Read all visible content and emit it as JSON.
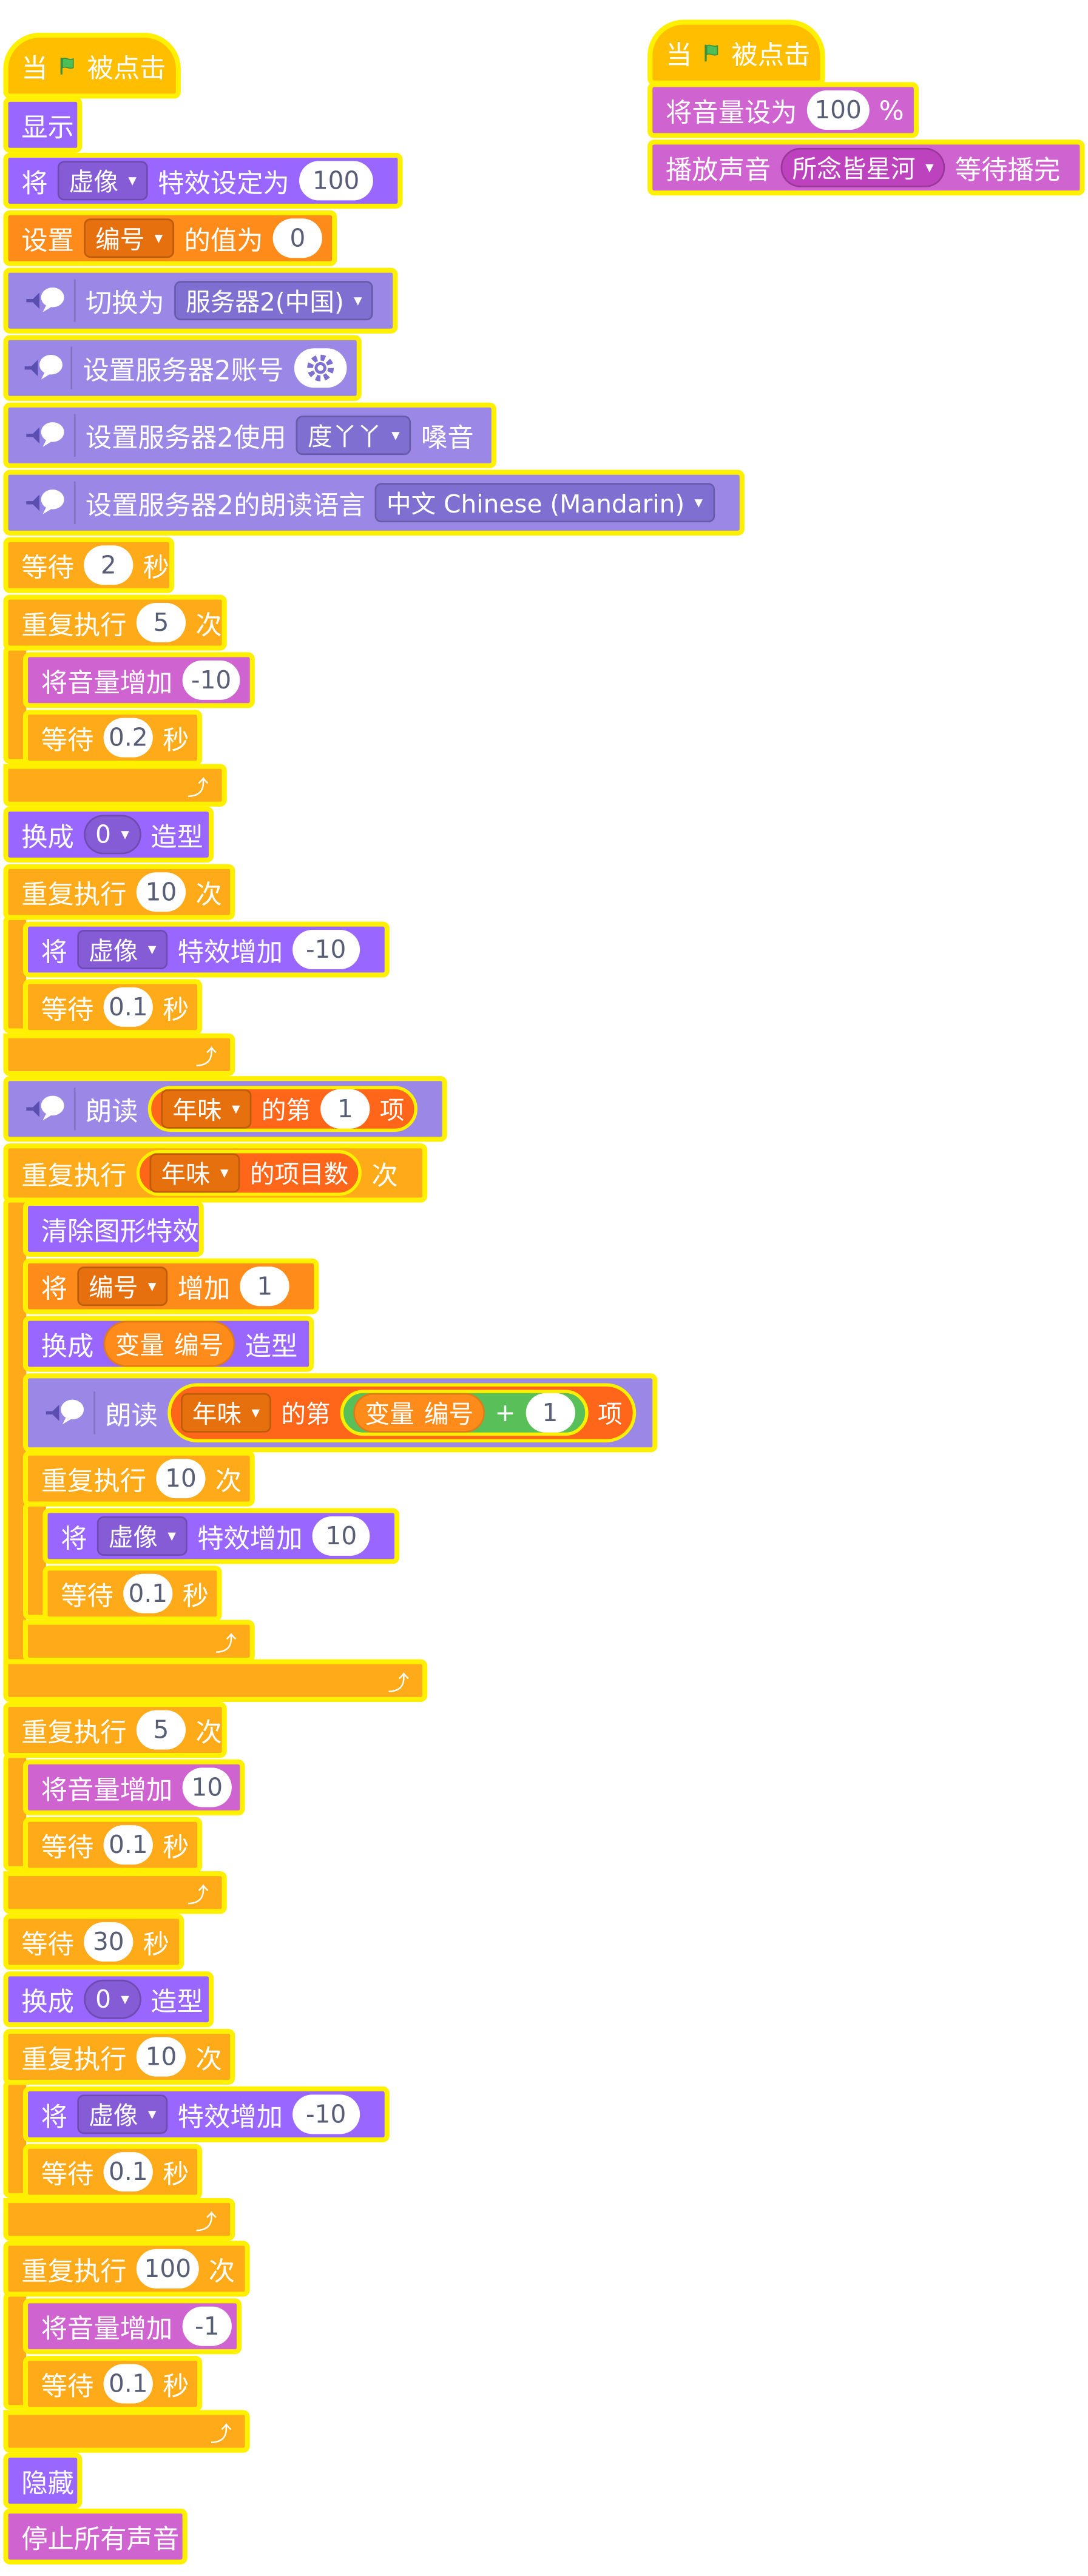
{
  "script1": {
    "hat": {
      "prefix": "当",
      "suffix": "被点击"
    },
    "show": "显示",
    "effect_set": {
      "a": "将",
      "effect": "虚像",
      "b": "特效设定为",
      "value": "100"
    },
    "var_set": {
      "a": "设置",
      "var": "编号",
      "b": "的值为",
      "value": "0"
    },
    "tts_switch": {
      "a": "切换为",
      "server": "服务器2(中国)"
    },
    "tts_account": {
      "a": "设置服务器2账号"
    },
    "tts_voice": {
      "a": "设置服务器2使用",
      "voice": "度丫丫",
      "b": "嗓音"
    },
    "tts_lang": {
      "a": "设置服务器2的朗读语言",
      "lang": "中文 Chinese (Mandarin)"
    },
    "wait1": {
      "a": "等待",
      "value": "2",
      "b": "秒"
    },
    "repeat1": {
      "a": "重复执行",
      "value": "5",
      "b": "次"
    },
    "vol_change1": {
      "a": "将音量增加",
      "value": "-10"
    },
    "wait2": {
      "a": "等待",
      "value": "0.2",
      "b": "秒"
    },
    "costume1": {
      "a": "换成",
      "value": "0",
      "b": "造型"
    },
    "repeat2": {
      "a": "重复执行",
      "value": "10",
      "b": "次"
    },
    "effect_change1": {
      "a": "将",
      "effect": "虚像",
      "b": "特效增加",
      "value": "-10"
    },
    "wait3": {
      "a": "等待",
      "value": "0.1",
      "b": "秒"
    },
    "speak1": {
      "a": "朗读",
      "list": "年味",
      "b": "的第",
      "value": "1",
      "c": "项"
    },
    "repeat3": {
      "a": "重复执行",
      "list": "年味",
      "b": "的项目数",
      "c": "次"
    },
    "clear_effects": "清除图形特效",
    "var_change": {
      "a": "将",
      "var": "编号",
      "b": "增加",
      "value": "1"
    },
    "costume2": {
      "a": "换成",
      "var_a": "变量",
      "var_b": "编号",
      "b": "造型"
    },
    "speak2": {
      "a": "朗读",
      "list": "年味",
      "b": "的第",
      "var_a": "变量",
      "var_b": "编号",
      "plus": "+",
      "value": "1",
      "c": "项"
    },
    "repeat4": {
      "a": "重复执行",
      "value": "10",
      "b": "次"
    },
    "effect_change2": {
      "a": "将",
      "effect": "虚像",
      "b": "特效增加",
      "value": "10"
    },
    "wait4": {
      "a": "等待",
      "value": "0.1",
      "b": "秒"
    },
    "repeat5": {
      "a": "重复执行",
      "value": "5",
      "b": "次"
    },
    "vol_change2": {
      "a": "将音量增加",
      "value": "10"
    },
    "wait5": {
      "a": "等待",
      "value": "0.1",
      "b": "秒"
    },
    "wait6": {
      "a": "等待",
      "value": "30",
      "b": "秒"
    },
    "costume3": {
      "a": "换成",
      "value": "0",
      "b": "造型"
    },
    "repeat6": {
      "a": "重复执行",
      "value": "10",
      "b": "次"
    },
    "effect_change3": {
      "a": "将",
      "effect": "虚像",
      "b": "特效增加",
      "value": "-10"
    },
    "wait7": {
      "a": "等待",
      "value": "0.1",
      "b": "秒"
    },
    "repeat7": {
      "a": "重复执行",
      "value": "100",
      "b": "次"
    },
    "vol_change3": {
      "a": "将音量增加",
      "value": "-1"
    },
    "wait8": {
      "a": "等待",
      "value": "0.1",
      "b": "秒"
    },
    "hide": "隐藏",
    "stop_sounds": "停止所有声音"
  },
  "script2": {
    "hat": {
      "prefix": "当",
      "suffix": "被点击"
    },
    "vol_set": {
      "a": "将音量设为",
      "value": "100",
      "b": "%"
    },
    "play": {
      "a": "播放声音",
      "sound": "所念皆星河",
      "b": "等待播完"
    }
  },
  "icons": {
    "flag": "green-flag-icon",
    "tts": "text-to-speech-icon",
    "gear": "gear-icon",
    "loop": "loop-arrow-icon",
    "caret": "dropdown-caret-icon"
  },
  "colors": {
    "events": "#ffbf00",
    "control": "#ffab19",
    "looks": "#9966ff",
    "sound": "#cf63cf",
    "data": "#ff8c1a",
    "extension": "#9b87e6",
    "operator": "#59c059",
    "glow": "#fff000"
  }
}
